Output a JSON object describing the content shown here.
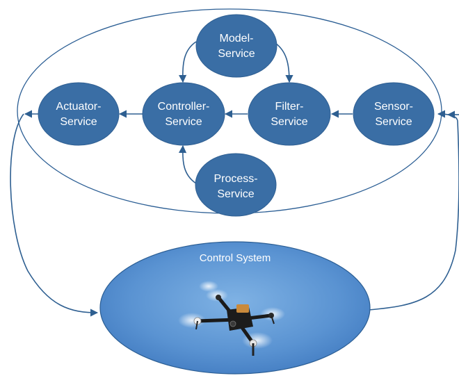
{
  "nodes": {
    "model": {
      "line1": "Model-",
      "line2": "Service"
    },
    "actuator": {
      "line1": "Actuator-",
      "line2": "Service"
    },
    "controller": {
      "line1": "Controller-",
      "line2": "Service"
    },
    "filter": {
      "line1": "Filter-",
      "line2": "Service"
    },
    "sensor": {
      "line1": "Sensor-",
      "line2": "Service"
    },
    "process": {
      "line1": "Process-",
      "line2": "Service"
    }
  },
  "control_system": {
    "label": "Control System"
  },
  "colors": {
    "node_fill": "#3a6ea5",
    "node_stroke": "#2f5f92",
    "edge": "#2e5f91",
    "container_stroke": "#2b5e94",
    "sky_top": "#3f7cc4",
    "sky_bottom": "#7fb0e2"
  },
  "icons": {
    "drone": "quadcopter-drone-photo"
  }
}
